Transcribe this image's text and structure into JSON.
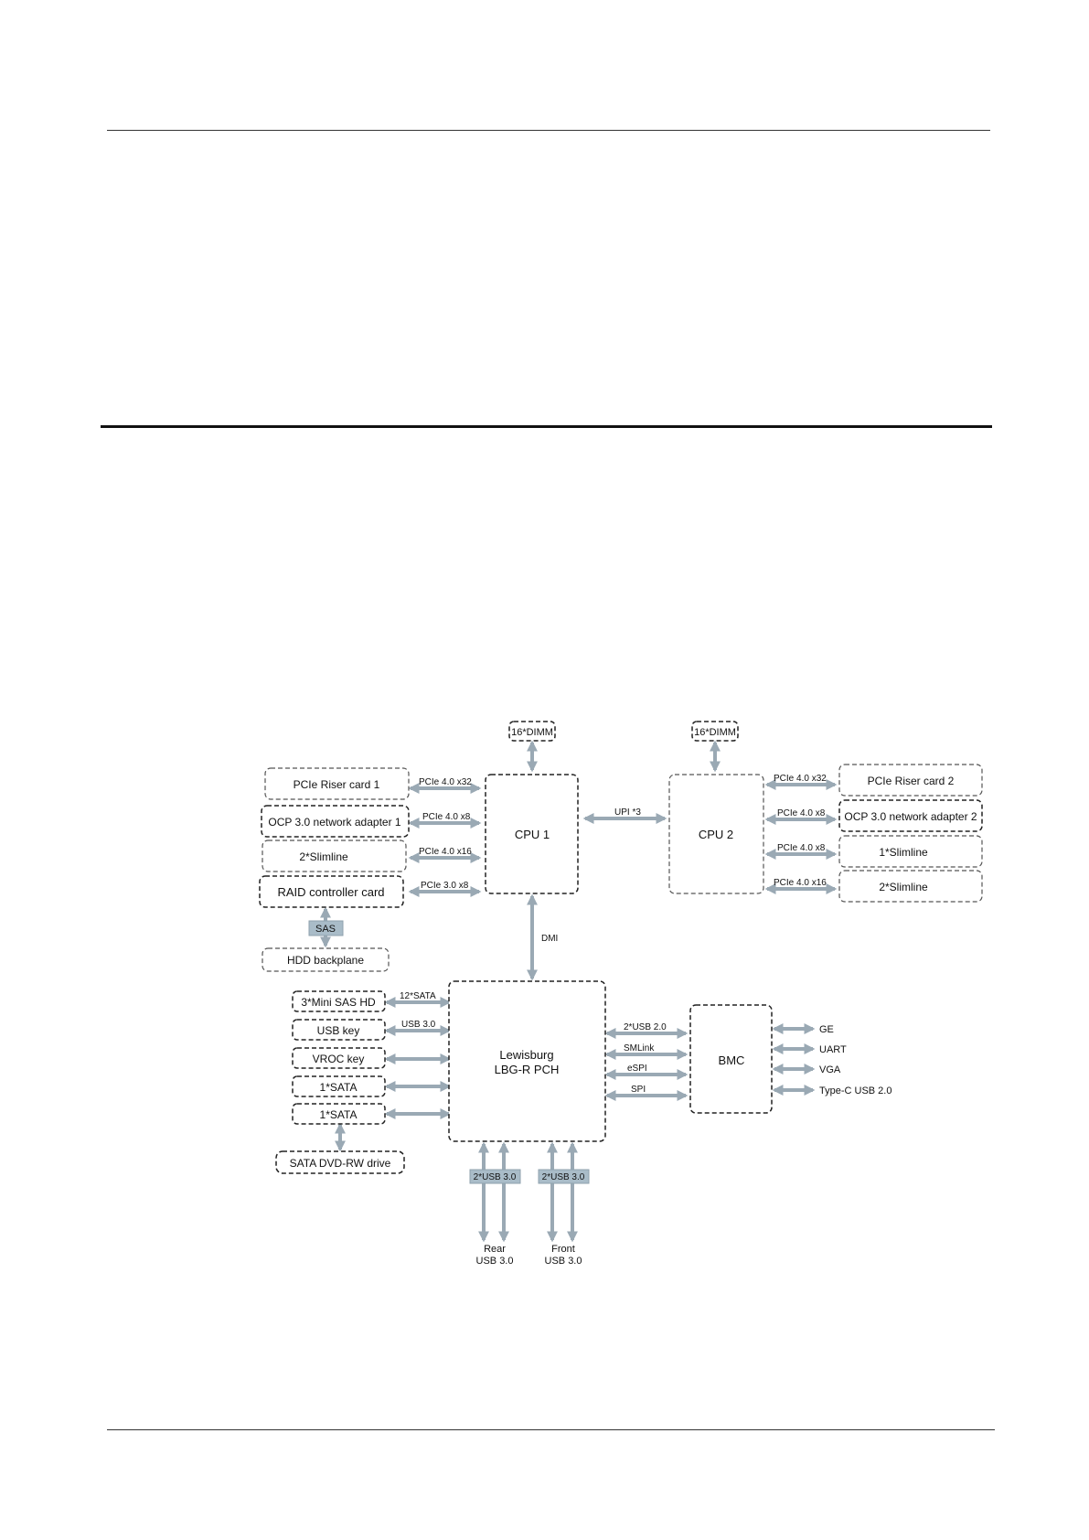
{
  "blocks": {
    "dimm1": "16*DIMM",
    "dimm2": "16*DIMM",
    "cpu1": "CPU 1",
    "cpu2": "CPU 2",
    "riser1": "PCIe Riser card 1",
    "ocp1": "OCP 3.0 network adapter 1",
    "slim_left": "2*Slimline",
    "raid": "RAID controller card",
    "hdd": "HDD backplane",
    "riser2": "PCIe Riser card 2",
    "ocp2": "OCP 3.0 network adapter 2",
    "slim_r1": "1*Slimline",
    "slim_r2": "2*Slimline",
    "pch_line1": "Lewisburg",
    "pch_line2": "LBG-R PCH",
    "bmc": "BMC",
    "minisas": "3*Mini SAS HD",
    "usbkey": "USB key",
    "vroc": "VROC key",
    "sata1": "1*SATA",
    "sata2": "1*SATA",
    "dvd": "SATA DVD-RW drive"
  },
  "links": {
    "riser1": "PCIe 4.0 x32",
    "ocp1": "PCIe 4.0 x8",
    "slim_left": "PCIe 4.0 x16",
    "raid": "PCIe 3.0 x8",
    "sas": "SAS",
    "upi": "UPI *3",
    "dmi": "DMI",
    "riser2": "PCIe 4.0 x32",
    "ocp2": "PCIe 4.0 x8",
    "slim_r1": "PCIe 4.0 x8",
    "slim_r2": "PCIe 4.0 x16",
    "sata12": "12*SATA",
    "usb30": "USB 3.0",
    "usb20": "2*USB 2.0",
    "smlink": "SMLink",
    "espi": "eSPI",
    "spi": "SPI",
    "rear_usb": "2*USB 3.0",
    "front_usb": "2*USB 3.0"
  },
  "outputs": {
    "ge": "GE",
    "uart": "UART",
    "vga": "VGA",
    "typec": "Type-C USB 2.0",
    "rear_1": "Rear",
    "rear_2": "USB 3.0",
    "front_1": "Front",
    "front_2": "USB 3.0"
  },
  "colors": {
    "connector": "#9aa9b4",
    "tag_fill": "#a9bcc8"
  }
}
